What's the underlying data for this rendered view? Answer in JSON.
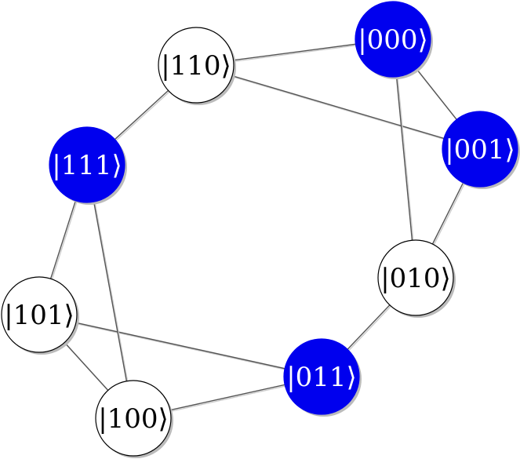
{
  "colors": {
    "marked": "#0000ee",
    "unmarked": "#ffffff",
    "marked_text": "#ffffff",
    "unmarked_text": "#000000",
    "node_stroke": "#000000"
  },
  "nodes": [
    {
      "id": "n000",
      "label": "|000⟩",
      "marked": true
    },
    {
      "id": "n001",
      "label": "|001⟩",
      "marked": true
    },
    {
      "id": "n010",
      "label": "|010⟩",
      "marked": false
    },
    {
      "id": "n011",
      "label": "|011⟩",
      "marked": true
    },
    {
      "id": "n100",
      "label": "|100⟩",
      "marked": false
    },
    {
      "id": "n101",
      "label": "|101⟩",
      "marked": false
    },
    {
      "id": "n110",
      "label": "|110⟩",
      "marked": false
    },
    {
      "id": "n111",
      "label": "|111⟩",
      "marked": true
    }
  ],
  "edges": [
    [
      "n110",
      "n000"
    ],
    [
      "n110",
      "n001"
    ],
    [
      "n110",
      "n111"
    ],
    [
      "n000",
      "n001"
    ],
    [
      "n000",
      "n010"
    ],
    [
      "n001",
      "n010"
    ],
    [
      "n010",
      "n011"
    ],
    [
      "n011",
      "n101"
    ],
    [
      "n011",
      "n100"
    ],
    [
      "n101",
      "n100"
    ],
    [
      "n101",
      "n111"
    ],
    [
      "n111",
      "n100"
    ]
  ]
}
